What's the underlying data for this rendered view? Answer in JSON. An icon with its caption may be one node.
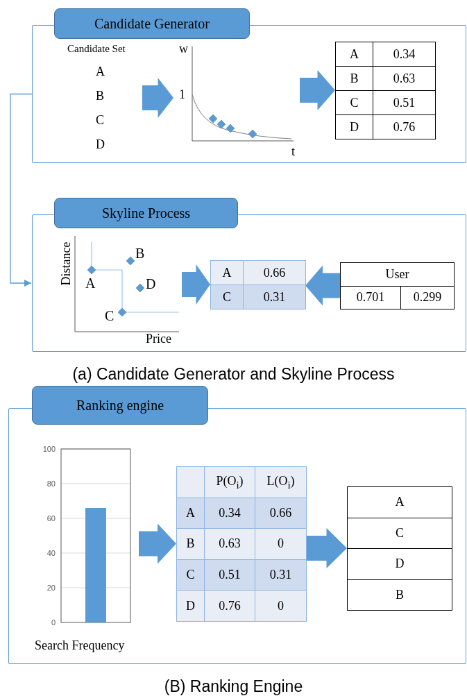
{
  "diagram": {
    "nodes": [
      {
        "text": [
          "Candidate Generator"
        ]
      },
      {
        "text": [
          "Candidate  Set",
          "A",
          "B",
          "C",
          "D"
        ],
        "in": 0
      },
      {
        "text": [
          "w",
          "1",
          "t"
        ],
        "in": 0
      },
      {
        "text": [
          "A",
          "0.34",
          "B",
          "0.63",
          "C",
          "0.51",
          "D",
          "0.76"
        ],
        "in": 0
      },
      {
        "text": [
          "Skyline Process"
        ]
      },
      {
        "text": [
          "Distance",
          "B",
          "A",
          "D",
          "C",
          "Price"
        ],
        "in": 4
      },
      {
        "text": [
          "A",
          "0.66",
          "C",
          "0.31"
        ],
        "in": 4
      },
      {
        "text": [
          "User",
          "0.701",
          "0.299"
        ],
        "in": 4
      },
      {
        "text": [
          "Ranking engine"
        ]
      },
      {
        "text": [],
        "shape": "chart",
        "in": 8
      },
      {
        "text": [
          "P(O$_{i}$)",
          "L(O$_{i}$)",
          "A",
          "0.34",
          "0.66",
          "B",
          "0.63",
          "0",
          "C",
          "0.51",
          "0.31",
          "D",
          "0.76",
          "0"
        ],
        "in": 8
      },
      {
        "text": [
          "A",
          "C",
          "D",
          "B"
        ],
        "in": 8
      }
    ],
    "edges": [
      {
        "from": 1,
        "to": 2,
        "arrow": "to",
        "style": "thick"
      },
      {
        "from": 2,
        "to": 3,
        "arrow": "to",
        "style": "thick"
      },
      {
        "from": 0,
        "to": 4,
        "arrow": "to"
      },
      {
        "from": 5,
        "to": 6,
        "arrow": "to",
        "style": "thick"
      },
      {
        "from": 7,
        "to": 6,
        "arrow": "to",
        "style": "thick"
      },
      {
        "from": 9,
        "to": 10,
        "arrow": "to",
        "style": "thick"
      },
      {
        "from": 10,
        "to": 11,
        "arrow": "to",
        "style": "thick"
      }
    ],
    "labels": [
      "(a) Candidate Generator and Skyline Process",
      "(B) Ranking Engine"
    ],
    "chart_data": {
      "type": "bar",
      "xlabel": "Search Frequency",
      "categories": [
        null
      ],
      "values": [
        66
      ],
      "ylim": [
        0,
        100
      ],
      "yticks": [
        0,
        20,
        40,
        60,
        80,
        100
      ],
      "grid": true
    }
  }
}
